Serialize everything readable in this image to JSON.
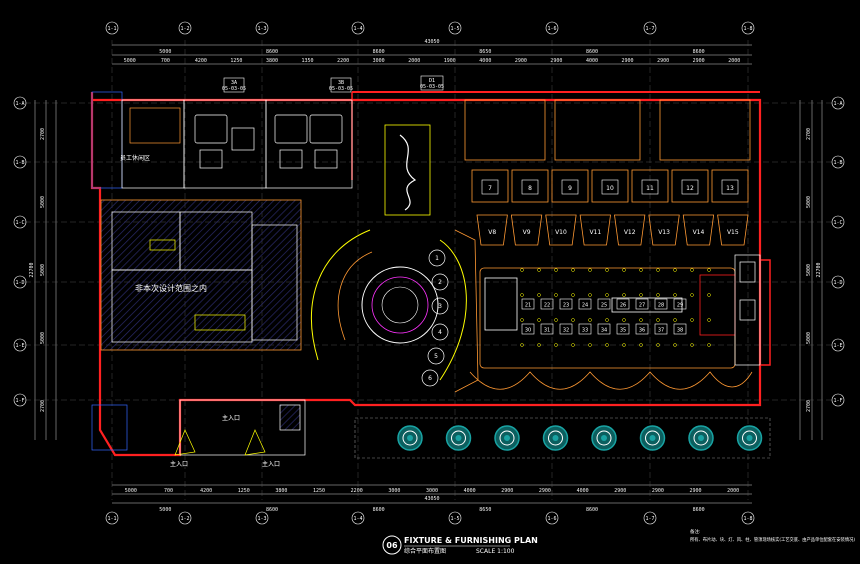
{
  "title_block": {
    "sheet_no": "06",
    "title_en": "FIXTURE & FURNISHING PLAN",
    "title_cn": "综合平面布置图",
    "scale": "SCALE 1:100",
    "note_label": "备注:",
    "note_text": "所有、布片动、块、灯、风、柱、管须现场核实(工艺交底、由产品单位配套在安装情况)"
  },
  "axes": {
    "columns": [
      "1-1",
      "1-2",
      "1-3",
      "1-4",
      "1-5",
      "1-6",
      "1-7",
      "1-8"
    ],
    "rows": [
      "1-A",
      "1-B",
      "1-C",
      "1-D",
      "1-E",
      "1-F"
    ]
  },
  "dimensions": {
    "overall_width": "43050",
    "overall_height": "22700",
    "top_row1": [
      "5000",
      "8600",
      "8600",
      "8650",
      "8600",
      "8600"
    ],
    "top_row2": [
      "5000",
      "700",
      "4200",
      "1250",
      "3800",
      "1350",
      "2200",
      "3000",
      "2000",
      "1900",
      "4000",
      "2900",
      "2900",
      "4000",
      "2900",
      "2900",
      "2900",
      "2000"
    ],
    "bottom_row1": [
      "5000",
      "700",
      "4200",
      "1250",
      "3800",
      "1250",
      "2200",
      "3000",
      "3000",
      "4000",
      "2900",
      "2900",
      "4000",
      "2900",
      "2900",
      "2900",
      "2000"
    ],
    "bottom_row2": [
      "5000",
      "8600",
      "8600",
      "8650",
      "8600",
      "8600"
    ],
    "left_col": [
      "2700",
      "5000",
      "5000",
      "5000",
      "2700"
    ],
    "right_col": [
      "2700",
      "5000",
      "5000",
      "5000",
      "2700"
    ]
  },
  "tags": [
    {
      "id": "tag-a",
      "num": "3A",
      "ref": "05-03-05"
    },
    {
      "id": "tag-b",
      "num": "3B",
      "ref": "05-03-05"
    },
    {
      "id": "tag-c",
      "num": "D1",
      "ref": "05-03-05"
    }
  ],
  "labels": {
    "staff_area": "员工休闲区",
    "excluded_zone": "非本次设计范围之内",
    "entrance_left": "主入口",
    "entrance_mid": "主入口",
    "entrance_center": "主入口"
  },
  "private_rooms": [
    "7",
    "8",
    "9",
    "10",
    "11",
    "12",
    "13"
  ],
  "vip_booths": [
    "V8",
    "V9",
    "V10",
    "V11",
    "V12",
    "V13",
    "V14",
    "V15"
  ],
  "hall_tables": [
    "21",
    "22",
    "23",
    "24",
    "25",
    "26",
    "27",
    "28",
    "29",
    "30",
    "31",
    "32",
    "33",
    "34",
    "35",
    "36",
    "37",
    "38"
  ],
  "round_tables": [
    "1",
    "2",
    "3",
    "4",
    "5",
    "6"
  ],
  "colors": {
    "background": "#000000",
    "wall_red": "#ff2020",
    "line_yellow": "#ffff00",
    "line_orange": "#ff9933",
    "line_white": "#ffffff",
    "line_cyan": "#00ffff",
    "line_magenta": "#ff33ff",
    "line_green": "#33ff33",
    "line_blue": "#3366ff",
    "column_teal": "#19a3a3"
  }
}
